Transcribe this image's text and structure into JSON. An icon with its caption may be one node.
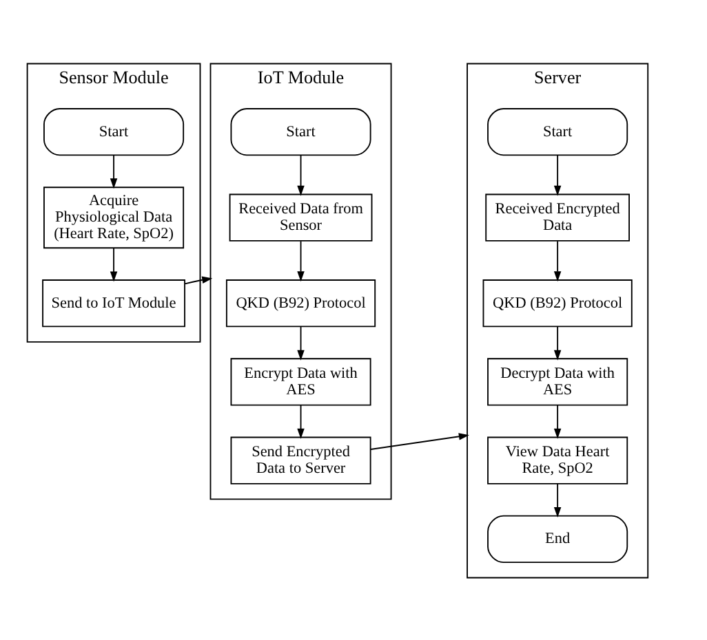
{
  "diagram": {
    "nodes": [
      {
        "text": [
          "Sensor Module"
        ]
      },
      {
        "text": [
          "Start"
        ],
        "in": 0
      },
      {
        "text": [
          "Acquire Physiological Data (Heart Rate, SpO2)"
        ],
        "in": 0
      },
      {
        "text": [
          "Send to IoT Module"
        ],
        "in": 0
      },
      {
        "text": [
          "IoT Module"
        ]
      },
      {
        "text": [
          "Start"
        ],
        "in": 4
      },
      {
        "text": [
          "Received Data from Sensor"
        ],
        "in": 4
      },
      {
        "text": [
          "QKD (B92) Protocol"
        ],
        "in": 4
      },
      {
        "text": [
          "Encrypt Data with AES"
        ],
        "in": 4
      },
      {
        "text": [
          "Send Encrypted Data to Server"
        ],
        "in": 4
      },
      {
        "text": [
          "Server"
        ]
      },
      {
        "text": [
          "Start"
        ],
        "in": 10
      },
      {
        "text": [
          "Received Encrypted Data"
        ],
        "in": 10
      },
      {
        "text": [
          "QKD (B92) Protocol"
        ],
        "in": 10
      },
      {
        "text": [
          "Decrypt Data with AES"
        ],
        "in": 10
      },
      {
        "text": [
          "View Data Heart Rate, SpO2"
        ],
        "in": 10
      },
      {
        "text": [
          "End"
        ],
        "in": 10
      }
    ],
    "edges": [
      {
        "from": 1,
        "to": 2,
        "arrow": "to"
      },
      {
        "from": 2,
        "to": 3,
        "arrow": "to"
      },
      {
        "from": 3,
        "to": 4,
        "arrow": "to"
      },
      {
        "from": 5,
        "to": 6,
        "arrow": "to"
      },
      {
        "from": 6,
        "to": 7,
        "arrow": "to"
      },
      {
        "from": 7,
        "to": 8,
        "arrow": "to"
      },
      {
        "from": 8,
        "to": 9,
        "arrow": "to"
      },
      {
        "from": 9,
        "to": 10,
        "arrow": "to"
      },
      {
        "from": 11,
        "to": 12,
        "arrow": "to"
      },
      {
        "from": 12,
        "to": 13,
        "arrow": "to"
      },
      {
        "from": 13,
        "to": 14,
        "arrow": "to"
      },
      {
        "from": 14,
        "to": 15,
        "arrow": "to"
      },
      {
        "from": 15,
        "to": 16,
        "arrow": "to"
      }
    ]
  }
}
